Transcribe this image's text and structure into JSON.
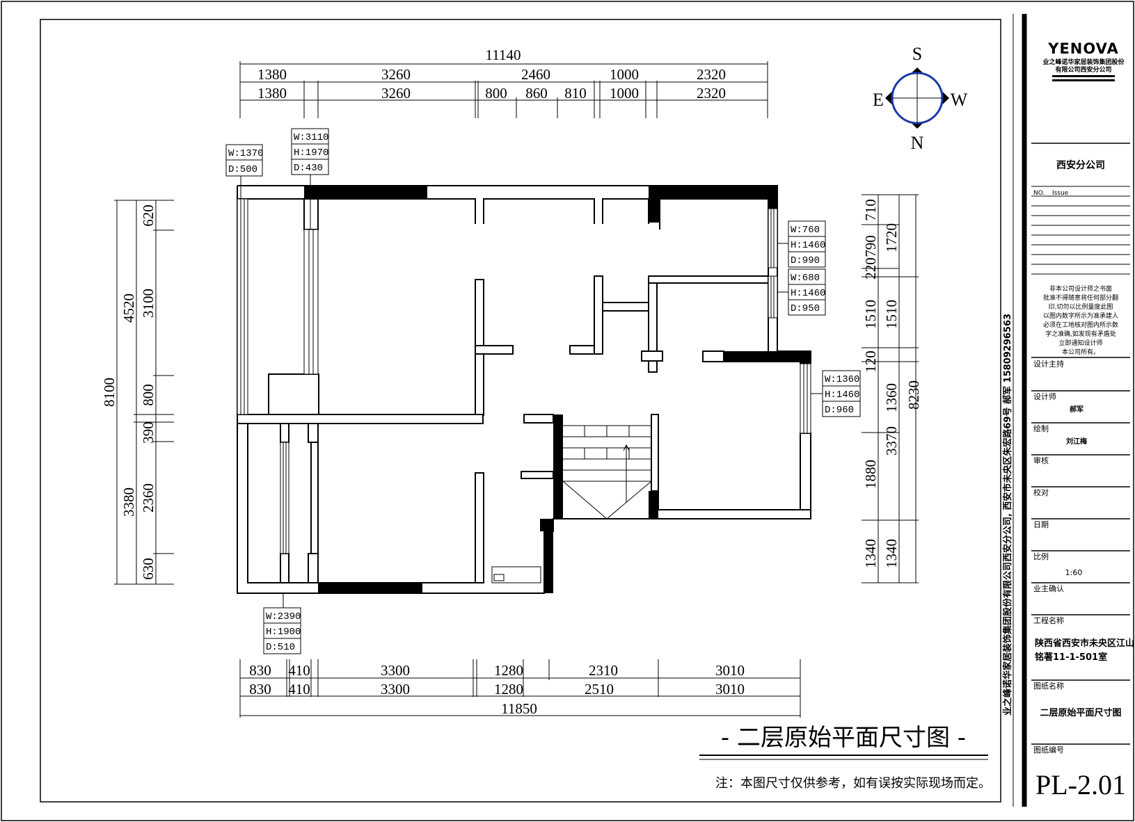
{
  "drawing": {
    "title": "- 二层原始平面尺寸图 -",
    "note": "注：本图尺寸仅供参考，如有误按实际现场而定。",
    "compass": {
      "north": "N",
      "south": "S",
      "east": "E",
      "west": "W"
    },
    "top_dims": {
      "overall": "11140",
      "row1": [
        "1380",
        "3260",
        "2460",
        "1000",
        "2320"
      ],
      "row2": [
        "1380",
        "3260",
        "800",
        "860",
        "810",
        "1000",
        "2320"
      ]
    },
    "bottom_dims": {
      "overall": "11850",
      "row1": [
        "830",
        "410",
        "3300",
        "1280",
        "2310",
        "3010"
      ],
      "row2": [
        "830",
        "410",
        "3300",
        "1280",
        "2510",
        "3010"
      ]
    },
    "left_dims": {
      "overall": "8100",
      "group": [
        "4520",
        "3380"
      ],
      "detail": [
        "620",
        "3100",
        "800",
        "390",
        "2360",
        "630"
      ]
    },
    "right_dims": {
      "overall": "8230",
      "group": [
        "1720",
        "1510",
        "1360",
        "3370",
        "1340"
      ],
      "detail": [
        "710",
        "790",
        "220",
        "1510",
        "120",
        "1880",
        "1340"
      ]
    },
    "windows": [
      {
        "w": "W:1370",
        "h": "",
        "d": "D:500"
      },
      {
        "w": "W:3110",
        "h": "H:1970",
        "d": "D:430"
      },
      {
        "w": "W:760",
        "h": "H:1460",
        "d": "D:990"
      },
      {
        "w": "W:680",
        "h": "H:1460",
        "d": "D:950"
      },
      {
        "w": "W:1360",
        "h": "H:1460",
        "d": "D:960"
      },
      {
        "w": "W:2390",
        "h": "H:1900",
        "d": "D:510"
      }
    ]
  },
  "title_block": {
    "logo": "YENOVA",
    "company_line1": "业之峰诺华家居装饰集团股份",
    "company_line2": "有限公司西安分公司",
    "branch": "西安分公司",
    "issue_no": "NO.",
    "issue": "Issue",
    "vertical_company": "业之峰诺华家居装饰集团股份有限公司西安分公司, 西安市未央区朱宏路69号  郝军  15809296563",
    "notice": [
      "非本公司设计师之书面",
      "批准不得随意将任何部分翻",
      "印,切勿以比例量度此图",
      "以图内数字所示为准承建人",
      "必须在工地核对图内所示数",
      "字之准确,如发现有矛盾处",
      "立即通知设计师",
      "本公司所有。"
    ],
    "design_lead_label": "设计主持",
    "designer_label": "设计师",
    "designer": "郝军",
    "drafter_label": "绘制",
    "drafter": "刘江梅",
    "review_label": "审核",
    "check_label": "校对",
    "date_label": "日期",
    "scale_label": "比例",
    "scale": "1:60",
    "owner_label": "业主确认",
    "project_label": "工程名称",
    "project_line1": "陕西省西安市未央区江山",
    "project_line2": "铭著11-1-501室",
    "drawing_name_label": "图纸名称",
    "drawing_name": "二层原始平面尺寸图",
    "drawing_no_label": "图纸编号",
    "drawing_no": "PL-2.01"
  }
}
